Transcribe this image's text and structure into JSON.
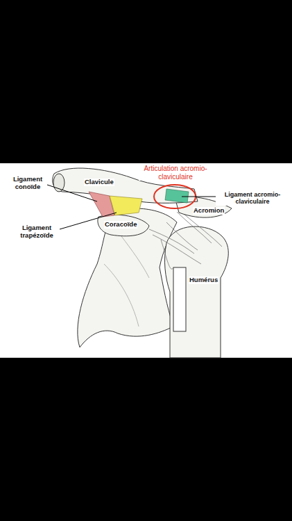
{
  "diagram": {
    "labels": [
      "Ligament conoïde",
      "Clavicule",
      "Articulation acromio-claviculaire",
      "Ligament acromio-claviculaire",
      "Acromion",
      "Ligament trapézoïde",
      "Coracoïde",
      "Humérus"
    ]
  }
}
